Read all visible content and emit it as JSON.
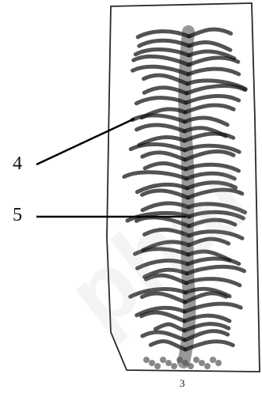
{
  "labels": {
    "label_4": "4",
    "label_5": "5"
  },
  "plate_number": "3",
  "watermark": "phar",
  "colors": {
    "ink": "#1a1a1a",
    "stipple": "#555555",
    "paper": "#ffffff"
  }
}
